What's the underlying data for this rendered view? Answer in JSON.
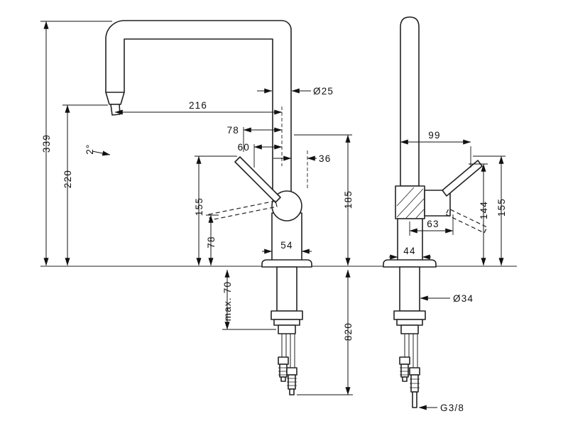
{
  "page": {
    "background": "#ffffff",
    "line_color": "#1a1a1a"
  },
  "front_view": {
    "spout_diameter": "Ø25",
    "reach": "216",
    "offset_78": "78",
    "offset_60": "60",
    "handle_36": "36",
    "total_height": "339",
    "outlet_height": "220",
    "angle": "2°",
    "handle_height": "155",
    "handle_low": "78",
    "height_185": "185",
    "base_width": "54",
    "max_mounting_depth": "max. 70",
    "hose_length": "820"
  },
  "side_view": {
    "depth_99": "99",
    "handle_offset_63": "63",
    "base_depth_44": "44",
    "height_144": "144",
    "height_155": "155",
    "shank_diameter": "Ø34",
    "connection": "G3/8"
  }
}
